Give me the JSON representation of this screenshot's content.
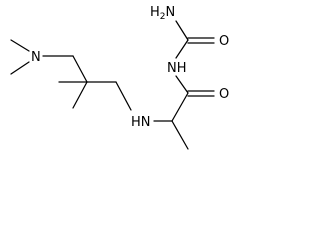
{
  "structure": {
    "atoms": {
      "dimethylamino_n": "N",
      "amine_nh": "HN",
      "urea_nh": "NH",
      "carbonyl_o_top": "O",
      "carbonyl_o_bottom": "O",
      "amide_nh2": {
        "base": "H",
        "subscript": "2",
        "element": "N"
      }
    },
    "colors": {
      "bond": "#000000",
      "label": "#000000",
      "background": "#ffffff"
    }
  }
}
